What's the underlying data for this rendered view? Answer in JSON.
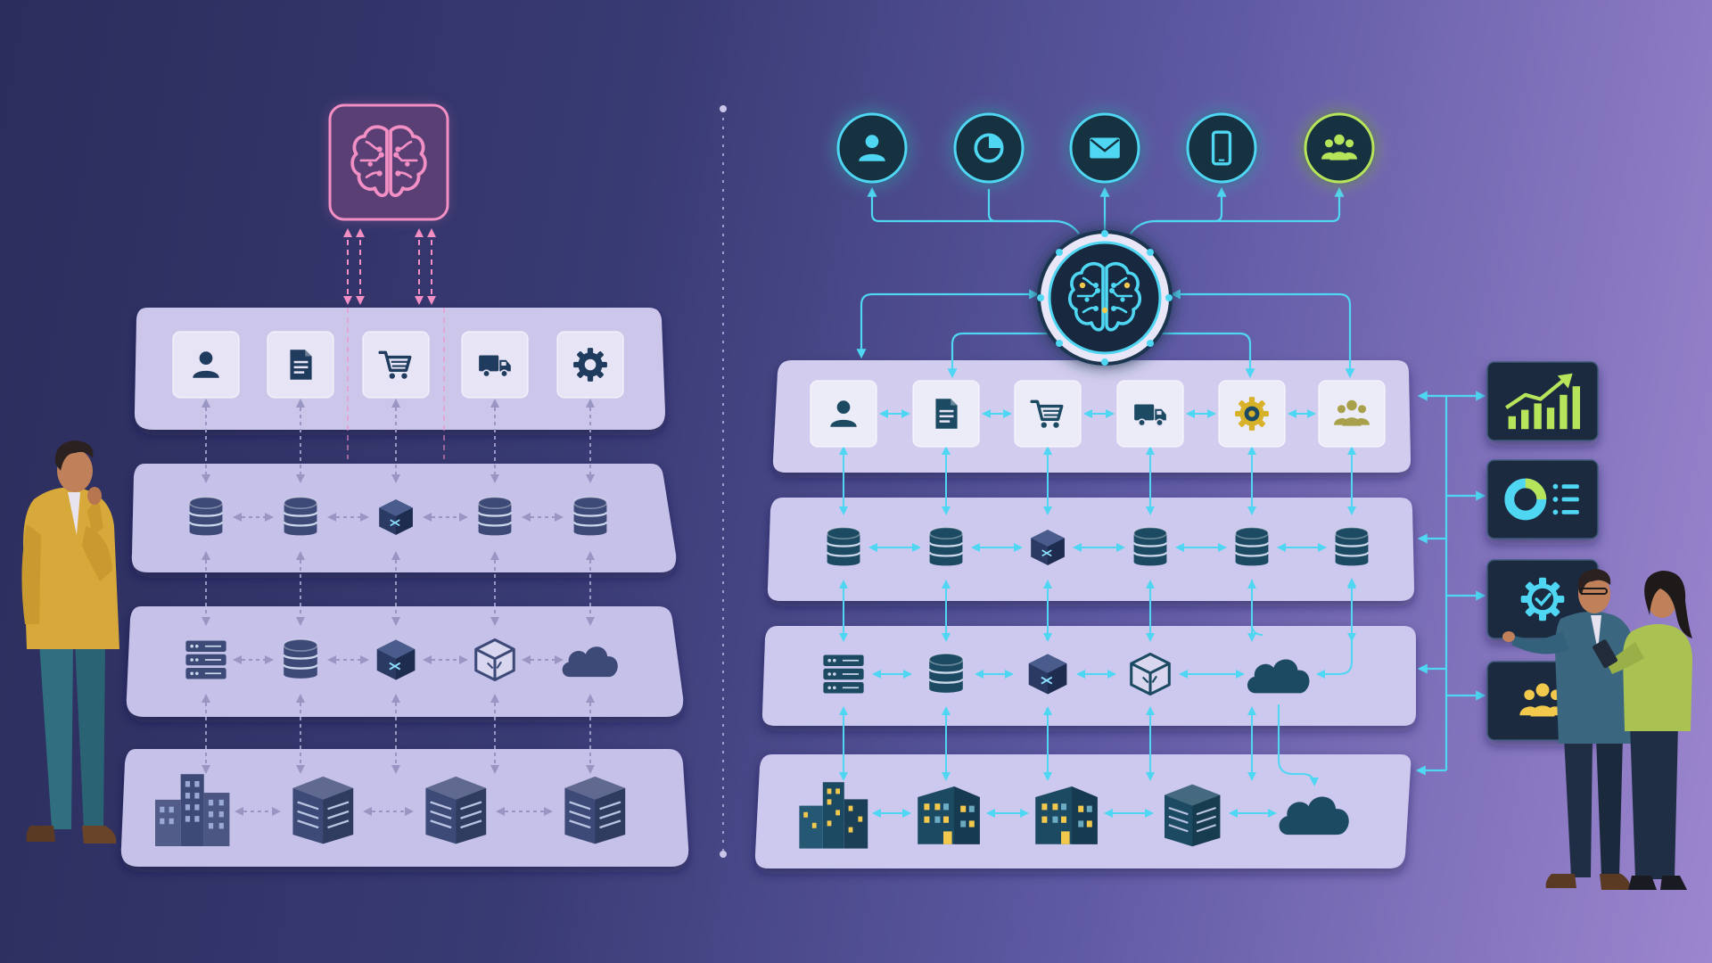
{
  "colors": {
    "background_dark": "#2b2d5c",
    "background_light": "#9c86cf",
    "panel": "#cbc6ea",
    "tile": "#e7e4f6",
    "icon_navy": "#1f3b5e",
    "icon_teal": "#1d4a63",
    "connector_left": "#8f8bb8",
    "connector_brain_left": "#f28fc4",
    "connector_right": "#4fd6f2",
    "brain_left": "#f28fc4",
    "brain_right": "#4fd6f2",
    "accent_green": "#b6e45a",
    "accent_yellow": "#f2c94c"
  },
  "left_architecture": {
    "hub_icon": "brain-circuit-icon",
    "layers": [
      {
        "name": "applications",
        "icons": [
          "user-icon",
          "document-icon",
          "cart-icon",
          "truck-icon",
          "gear-icon"
        ]
      },
      {
        "name": "databases",
        "icons": [
          "database-icon",
          "database-icon",
          "data-cube-icon",
          "database-icon",
          "database-icon"
        ]
      },
      {
        "name": "infrastructure",
        "icons": [
          "server-rack-icon",
          "database-icon",
          "data-cube-icon",
          "wireframe-cube-icon",
          "cloud-icon"
        ]
      },
      {
        "name": "facilities",
        "icons": [
          "office-buildings-icon",
          "server-block-icon",
          "server-block-icon",
          "server-block-icon"
        ]
      }
    ]
  },
  "right_architecture": {
    "hub_icon": "brain-circuit-icon",
    "channel_icons": [
      "user-icon",
      "pie-chart-icon",
      "mail-icon",
      "smartphone-icon",
      "team-icon"
    ],
    "layers": [
      {
        "name": "applications",
        "icons": [
          "user-icon",
          "document-icon",
          "cart-icon",
          "truck-icon",
          "gear-icon",
          "team-icon"
        ]
      },
      {
        "name": "databases",
        "icons": [
          "database-icon",
          "database-icon",
          "data-cube-icon",
          "database-icon",
          "database-icon",
          "database-icon"
        ]
      },
      {
        "name": "infrastructure",
        "icons": [
          "server-rack-icon",
          "database-icon",
          "data-cube-icon",
          "wireframe-cube-icon",
          "cloud-icon"
        ]
      },
      {
        "name": "facilities",
        "icons": [
          "office-buildings-icon",
          "office-building-icon",
          "office-building-icon",
          "server-block-icon",
          "cloud-icon"
        ]
      }
    ]
  },
  "dashboard_icons": [
    "growth-chart-icon",
    "donut-chart-icon",
    "gear-check-icon",
    "team-icon"
  ],
  "people": {
    "left": "thinking-man",
    "right": [
      "presenting-man",
      "woman-with-tablet"
    ]
  }
}
